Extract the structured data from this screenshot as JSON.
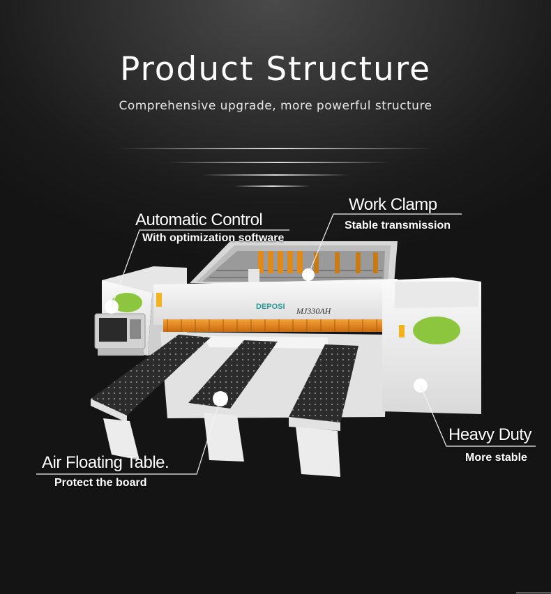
{
  "header": {
    "title": "Product Structure",
    "subtitle": "Comprehensive upgrade, more powerful structure"
  },
  "machine": {
    "brand_label": "DEPOSI",
    "model_label": "MJ330AH"
  },
  "callouts": {
    "automatic_control": {
      "title": "Automatic Control",
      "desc": "With optimization software"
    },
    "work_clamp": {
      "title": "Work Clamp",
      "desc": "Stable transmission"
    },
    "heavy_duty": {
      "title": "Heavy Duty",
      "desc": "More stable"
    },
    "air_floating_table": {
      "title": "Air Floating Table.",
      "desc": "Protect the board"
    }
  },
  "colors": {
    "accent_orange": "#e07a10",
    "accent_green": "#8cc63f",
    "machine_white": "#eeeeee"
  }
}
